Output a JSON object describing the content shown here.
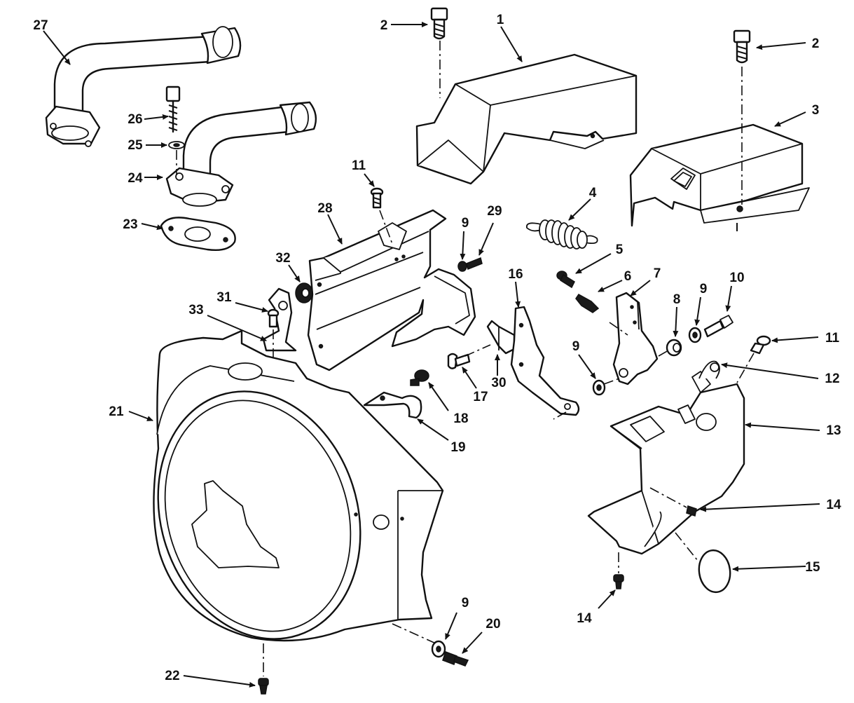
{
  "callouts": {
    "c1": "1",
    "c2a": "2",
    "c2b": "2",
    "c3": "3",
    "c4": "4",
    "c5": "5",
    "c6": "6",
    "c7": "7",
    "c8": "8",
    "c9a": "9",
    "c9b": "9",
    "c9c": "9",
    "c9d": "9",
    "c10": "10",
    "c11a": "11",
    "c11b": "11",
    "c12": "12",
    "c13": "13",
    "c14a": "14",
    "c14b": "14",
    "c15": "15",
    "c16": "16",
    "c17": "17",
    "c18": "18",
    "c19": "19",
    "c20": "20",
    "c21": "21",
    "c22": "22",
    "c23": "23",
    "c24": "24",
    "c25": "25",
    "c26": "26",
    "c27": "27",
    "c28": "28",
    "c29": "29",
    "c30": "30",
    "c31": "31",
    "c32": "32",
    "c33": "33"
  }
}
